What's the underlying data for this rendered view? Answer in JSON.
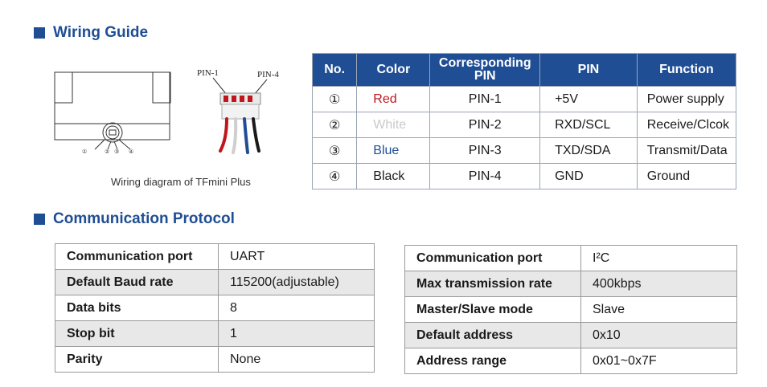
{
  "wiring": {
    "title": "Wiring Guide",
    "caption": "Wiring diagram of TFmini Plus",
    "pin_labels": [
      "PIN-1",
      "PIN-4"
    ],
    "connector_numbers": [
      "①",
      "②",
      "③",
      "④"
    ],
    "headers": [
      "No.",
      "Color",
      "Corresponding PIN",
      "PIN",
      "Function"
    ],
    "rows": [
      {
        "no": "①",
        "color": "Red",
        "corr": "PIN-1",
        "pin": "+5V",
        "function": "Power supply"
      },
      {
        "no": "②",
        "color": "White",
        "corr": "PIN-2",
        "pin": "RXD/SCL",
        "function": "Receive/Clcok"
      },
      {
        "no": "③",
        "color": "Blue",
        "corr": "PIN-3",
        "pin": "TXD/SDA",
        "function": "Transmit/Data"
      },
      {
        "no": "④",
        "color": "Black",
        "corr": "PIN-4",
        "pin": "GND",
        "function": "Ground"
      }
    ],
    "wire_colors": {
      "red": "#c0161b",
      "white": "#e6e6e6",
      "blue": "#1f4e94",
      "black": "#1a1a1a"
    }
  },
  "protocol": {
    "title": "Communication Protocol",
    "uart": [
      {
        "k": "Communication port",
        "v": "UART"
      },
      {
        "k": "Default Baud rate",
        "v": "115200(adjustable)"
      },
      {
        "k": "Data bits",
        "v": "8"
      },
      {
        "k": "Stop bit",
        "v": "1"
      },
      {
        "k": "Parity",
        "v": "None"
      }
    ],
    "i2c": [
      {
        "k": "Communication port",
        "v": "I²C"
      },
      {
        "k": "Max transmission rate",
        "v": "400kbps"
      },
      {
        "k": "Master/Slave mode",
        "v": "Slave"
      },
      {
        "k": "Default address",
        "v": "0x10"
      },
      {
        "k": "Address range",
        "v": "0x01~0x7F"
      }
    ]
  },
  "colors": {
    "accent": "#1f4e94",
    "row_alt": "#e8e8e8"
  }
}
